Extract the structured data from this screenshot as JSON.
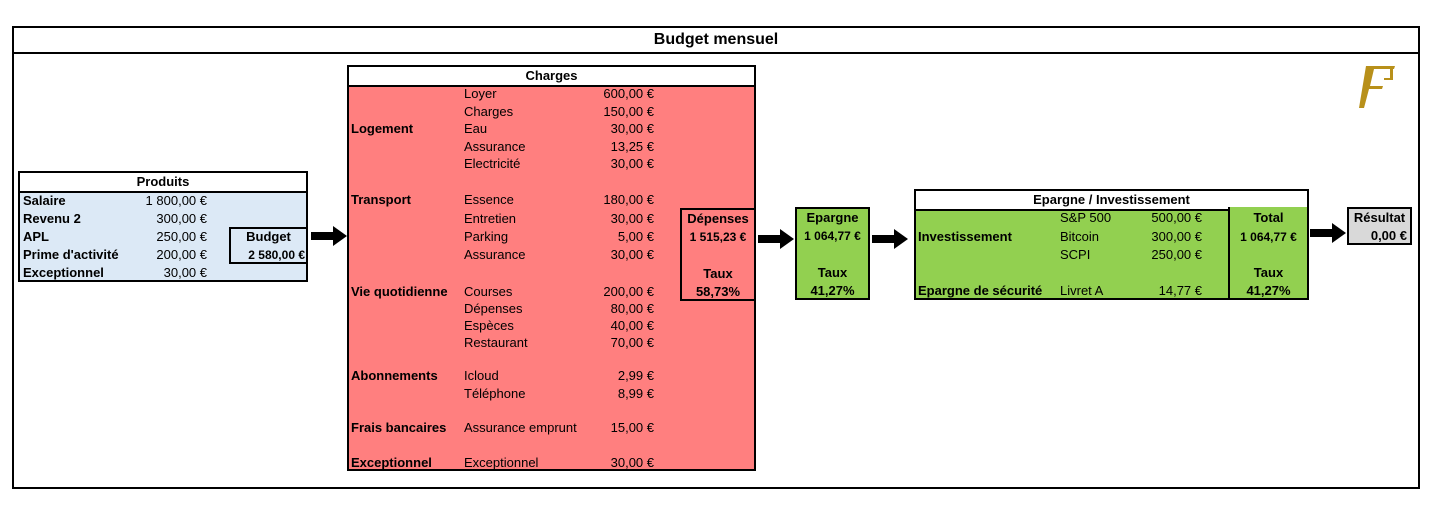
{
  "title": "Budget mensuel",
  "produits": {
    "header": "Produits",
    "items": [
      {
        "label": "Salaire",
        "value": "1 800,00 €"
      },
      {
        "label": "Revenu 2",
        "value": "300,00 €"
      },
      {
        "label": "APL",
        "value": "250,00 €"
      },
      {
        "label": "Prime d'activité",
        "value": "200,00 €"
      },
      {
        "label": "Exceptionnel",
        "value": "30,00 €"
      }
    ],
    "budget_label": "Budget",
    "budget_value": "2 580,00 €"
  },
  "charges": {
    "header": "Charges",
    "categories": {
      "logement": "Logement",
      "transport": "Transport",
      "vie": "Vie quotidienne",
      "abonnements": "Abonnements",
      "frais": "Frais bancaires",
      "exceptionnel": "Exceptionnel"
    },
    "items": [
      {
        "label": "Loyer",
        "value": "600,00 €"
      },
      {
        "label": "Charges",
        "value": "150,00 €"
      },
      {
        "label": "Eau",
        "value": "30,00 €"
      },
      {
        "label": "Assurance",
        "value": "13,25 €"
      },
      {
        "label": "Electricité",
        "value": "30,00 €"
      },
      {
        "label": "Essence",
        "value": "180,00 €"
      },
      {
        "label": "Entretien",
        "value": "30,00 €"
      },
      {
        "label": "Parking",
        "value": "5,00 €"
      },
      {
        "label": "Assurance",
        "value": "30,00 €"
      },
      {
        "label": "Courses",
        "value": "200,00 €"
      },
      {
        "label": "Dépenses",
        "value": "80,00 €"
      },
      {
        "label": "Espèces",
        "value": "40,00 €"
      },
      {
        "label": "Restaurant",
        "value": "70,00 €"
      },
      {
        "label": "Icloud",
        "value": "2,99 €"
      },
      {
        "label": "Téléphone",
        "value": "8,99 €"
      },
      {
        "label": "Assurance emprunt",
        "value": "15,00 €"
      },
      {
        "label": "Exceptionnel",
        "value": "30,00 €"
      }
    ],
    "depenses_label": "Dépenses",
    "depenses_value": "1 515,23 €",
    "taux_label": "Taux",
    "taux_value": "58,73%"
  },
  "epargne": {
    "label": "Epargne",
    "value": "1 064,77 €",
    "taux_label": "Taux",
    "taux_value": "41,27%"
  },
  "investissement": {
    "header": "Epargne / Investissement",
    "invest_label": "Investissement",
    "securite_label": "Epargne de sécurité",
    "items": [
      {
        "label": "S&P 500",
        "value": "500,00 €"
      },
      {
        "label": "Bitcoin",
        "value": "300,00 €"
      },
      {
        "label": "SCPI",
        "value": "250,00 €"
      },
      {
        "label": "Livret A",
        "value": "14,77 €"
      }
    ],
    "total_label": "Total",
    "total_value": "1 064,77 €",
    "taux_label": "Taux",
    "taux_value": "41,27%"
  },
  "resultat": {
    "label": "Résultat",
    "value": "0,00 €"
  },
  "colors": {
    "produits": "#dce9f6",
    "charges": "#ff7f7f",
    "epargne": "#92d050",
    "resultat": "#d9d9d9",
    "logo": "#b8901a"
  }
}
